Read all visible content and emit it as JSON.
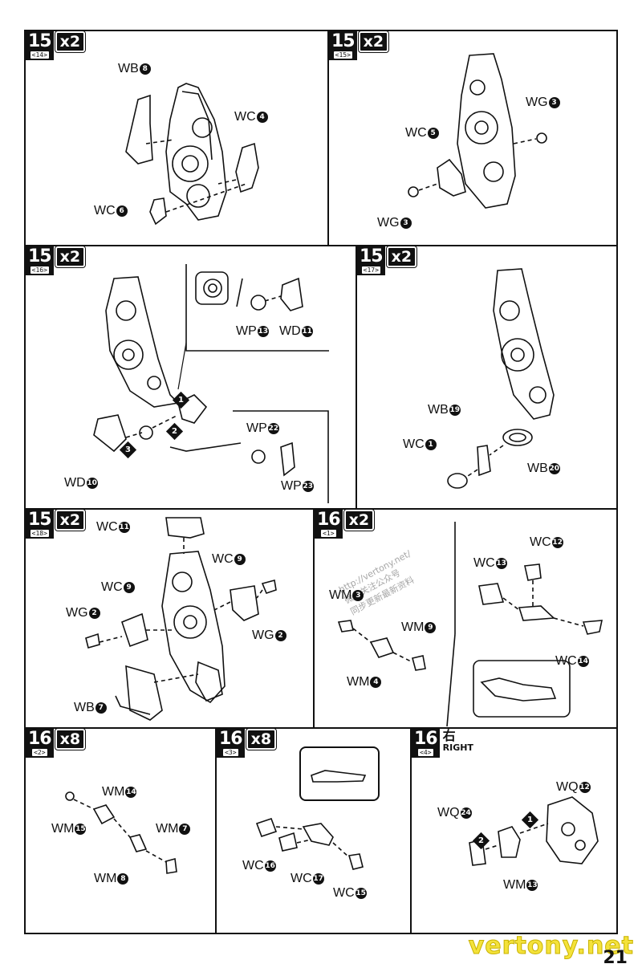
{
  "panels": [
    {
      "step": "15",
      "sub": "<14>",
      "mult": "x2",
      "labels": [
        {
          "code": "WB",
          "n": "8"
        },
        {
          "code": "WC",
          "n": "4"
        },
        {
          "code": "WC",
          "n": "6"
        }
      ]
    },
    {
      "step": "15",
      "sub": "<15>",
      "mult": "x2",
      "labels": [
        {
          "code": "WG",
          "n": "3"
        },
        {
          "code": "WC",
          "n": "5"
        },
        {
          "code": "WG",
          "n": "3"
        }
      ]
    },
    {
      "step": "15",
      "sub": "<16>",
      "mult": "x2",
      "labels": [
        {
          "code": "WP",
          "n": "13"
        },
        {
          "code": "WD",
          "n": "11"
        },
        {
          "code": "WP",
          "n": "22"
        },
        {
          "code": "WP",
          "n": "23"
        },
        {
          "code": "WD",
          "n": "10"
        }
      ],
      "order": [
        "1",
        "2",
        "3"
      ]
    },
    {
      "step": "15",
      "sub": "<17>",
      "mult": "x2",
      "labels": [
        {
          "code": "WB",
          "n": "19"
        },
        {
          "code": "WC",
          "n": "1"
        },
        {
          "code": "WB",
          "n": "20"
        }
      ]
    },
    {
      "step": "15",
      "sub": "<18>",
      "mult": "x2",
      "labels": [
        {
          "code": "WC",
          "n": "11"
        },
        {
          "code": "WC",
          "n": "9"
        },
        {
          "code": "WC",
          "n": "9"
        },
        {
          "code": "WG",
          "n": "2"
        },
        {
          "code": "WG",
          "n": "2"
        },
        {
          "code": "WB",
          "n": "7"
        }
      ]
    },
    {
      "step": "16",
      "sub": "<1>",
      "mult": "x2",
      "labels": [
        {
          "code": "WM",
          "n": "3"
        },
        {
          "code": "WM",
          "n": "9"
        },
        {
          "code": "WM",
          "n": "4"
        },
        {
          "code": "WC",
          "n": "13"
        },
        {
          "code": "WC",
          "n": "12"
        },
        {
          "code": "WC",
          "n": "14"
        }
      ],
      "watermark": [
        "http://vertony.net/",
        "微信关注公众号",
        "同步更新最新资料"
      ]
    },
    {
      "step": "16",
      "sub": "<2>",
      "mult": "x8",
      "labels": [
        {
          "code": "WM",
          "n": "14"
        },
        {
          "code": "WM",
          "n": "15"
        },
        {
          "code": "WM",
          "n": "7"
        },
        {
          "code": "WM",
          "n": "8"
        }
      ]
    },
    {
      "step": "16",
      "sub": "<3>",
      "mult": "x8",
      "labels": [
        {
          "code": "WC",
          "n": "16"
        },
        {
          "code": "WC",
          "n": "17"
        },
        {
          "code": "WC",
          "n": "15"
        }
      ]
    },
    {
      "step": "16",
      "sub": "<4>",
      "mult": "",
      "side_kanji": "右",
      "side_text": "RIGHT",
      "labels": [
        {
          "code": "WQ",
          "n": "12"
        },
        {
          "code": "WQ",
          "n": "24"
        },
        {
          "code": "WM",
          "n": "13"
        }
      ],
      "order": [
        "1",
        "2"
      ]
    }
  ],
  "footer": {
    "brand": "vertony.net",
    "page": "21"
  }
}
